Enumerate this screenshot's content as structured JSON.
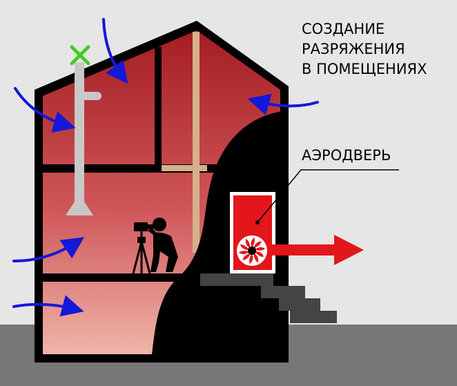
{
  "labels": {
    "depressurization": [
      "СОЗДАНИЕ",
      "РАЗРЯЖЕНИЯ",
      "В ПОМЕЩЕНИЯХ"
    ],
    "aerodoor": "АЭРОДВЕРЬ"
  },
  "colors": {
    "background": "#e6e6e6",
    "ground": "#777777",
    "house_outline": "#000000",
    "room_top": "#a51d22",
    "room_mid": "#cf5659",
    "room_bottom": "#efb5a8",
    "beam": "#d6b08a",
    "duct": "#c8c8c8",
    "airflow_arrow": "#1418d8",
    "fan_unit": "#e2161b",
    "exhaust_arrow": "#e2161b",
    "vent_cap": "#44cc22",
    "stairs": "#444444"
  },
  "icons": [
    "curved-airflow-arrow",
    "exhaust-arrow",
    "fan-icon",
    "camera-tripod-figure",
    "vent-cap-cross"
  ]
}
